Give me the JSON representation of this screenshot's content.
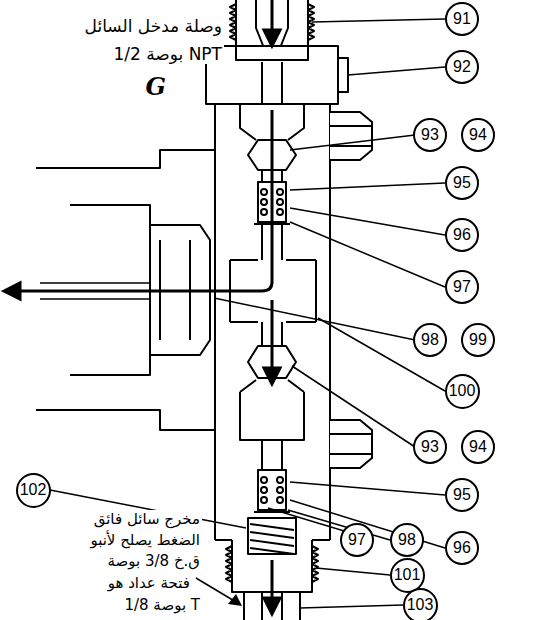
{
  "diagram": {
    "nodes": [
      {
        "text": [
          "91"
        ]
      },
      {
        "text": [
          "92"
        ]
      },
      {
        "text": [
          "93"
        ]
      },
      {
        "text": [
          "94"
        ]
      },
      {
        "text": [
          "95"
        ]
      },
      {
        "text": [
          "96"
        ]
      },
      {
        "text": [
          "97"
        ]
      },
      {
        "text": [
          "98"
        ]
      },
      {
        "text": [
          "99"
        ]
      },
      {
        "text": [
          "100"
        ]
      },
      {
        "text": [
          "93"
        ]
      },
      {
        "text": [
          "94"
        ]
      },
      {
        "text": [
          "102"
        ]
      },
      {
        "text": [
          "95"
        ]
      },
      {
        "text": [
          "97"
        ]
      },
      {
        "text": [
          "98"
        ]
      },
      {
        "text": [
          "96"
        ]
      },
      {
        "text": [
          "101"
        ]
      },
      {
        "text": [
          "103"
        ]
      }
    ],
    "labels": [
      "وصلة مدخل السائل",
      "1/2 بوصة NPT",
      "G",
      "مخرج سائل فائق",
      "الضغط يصلح لأنبو",
      "ق.خ 3/8 بوصة",
      "فتحة عداد هو",
      "1/8 بوصة T"
    ]
  }
}
